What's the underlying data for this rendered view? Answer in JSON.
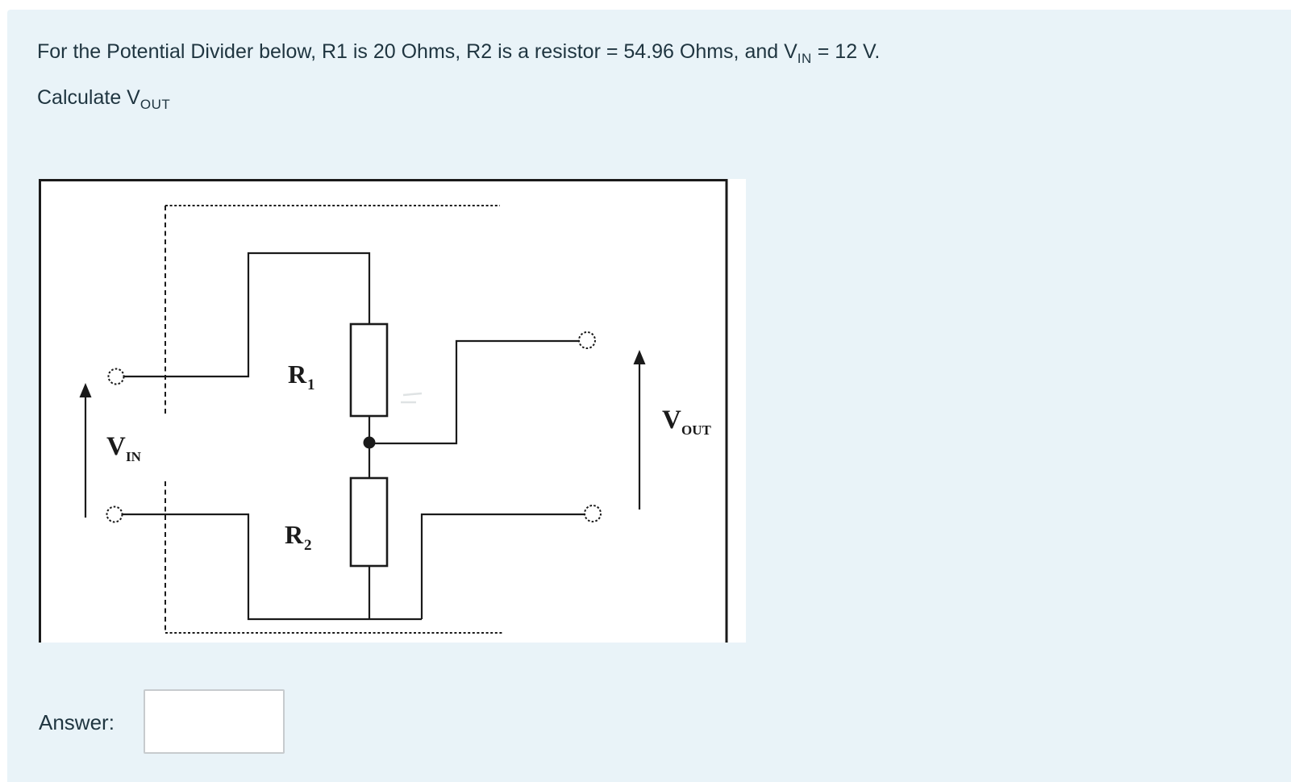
{
  "colors": {
    "page_background": "#ffffff",
    "panel_background": "#e9f3f8",
    "text": "#1f3540",
    "circuit_line": "#1a1a1a",
    "input_border": "#c7cbce"
  },
  "question": {
    "line1": {
      "pre": "For the Potential Divider below, R1 is 20 Ohms, R2 is a resistor = 54.96 Ohms, and V",
      "sub": "IN",
      "post": " = 12 V."
    },
    "line2": {
      "pre": "Calculate V",
      "sub": "OUT"
    }
  },
  "circuit": {
    "labels": {
      "r1": {
        "base": "R",
        "sub": "1"
      },
      "r2": {
        "base": "R",
        "sub": "2"
      },
      "vin": {
        "base": "V",
        "sub": "IN"
      },
      "vout": {
        "base": "V",
        "sub": "OUT"
      }
    }
  },
  "answer": {
    "label": "Answer:",
    "value": ""
  }
}
